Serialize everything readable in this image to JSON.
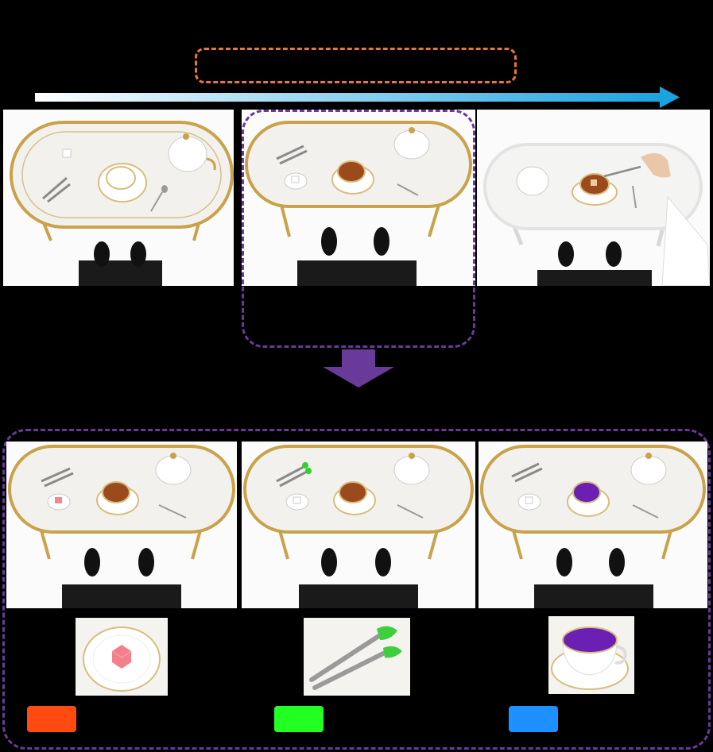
{
  "colors": {
    "timeline_box": "#e8763a",
    "focus_box": "#6a3a9a",
    "timeline_arrow": "#1aa3e0",
    "swatch_edit_1": "#ff4a12",
    "swatch_edit_2": "#22ff22",
    "swatch_edit_3": "#1e90ff"
  },
  "icons": {
    "timeline": "right-arrow-icon",
    "transition": "down-arrow-icon"
  },
  "frames": [
    {
      "name": "frame-1",
      "subject": "tea-table-empty-cup"
    },
    {
      "name": "frame-2",
      "subject": "tea-table-poured-tea"
    },
    {
      "name": "frame-3",
      "subject": "tea-table-hand-with-tongs"
    }
  ],
  "edits": [
    {
      "name": "edit-pink-sugar",
      "swatch": "swatch_edit_1",
      "thumbnail": "pink-sugar-cube-on-plate"
    },
    {
      "name": "edit-green-tongs",
      "swatch": "swatch_edit_2",
      "thumbnail": "green-tipped-tongs"
    },
    {
      "name": "edit-purple-tea",
      "swatch": "swatch_edit_3",
      "thumbnail": "purple-tea-in-cup"
    }
  ]
}
